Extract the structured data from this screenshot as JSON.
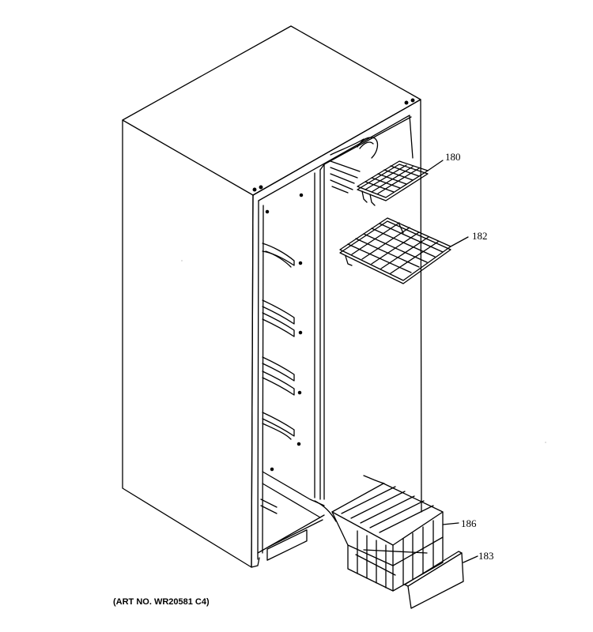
{
  "callouts": [
    {
      "id": "180",
      "label": "180"
    },
    {
      "id": "182",
      "label": "182"
    },
    {
      "id": "186",
      "label": "186"
    },
    {
      "id": "183",
      "label": "183"
    }
  ],
  "art_number": "(ART NO. WR20581 C4)"
}
